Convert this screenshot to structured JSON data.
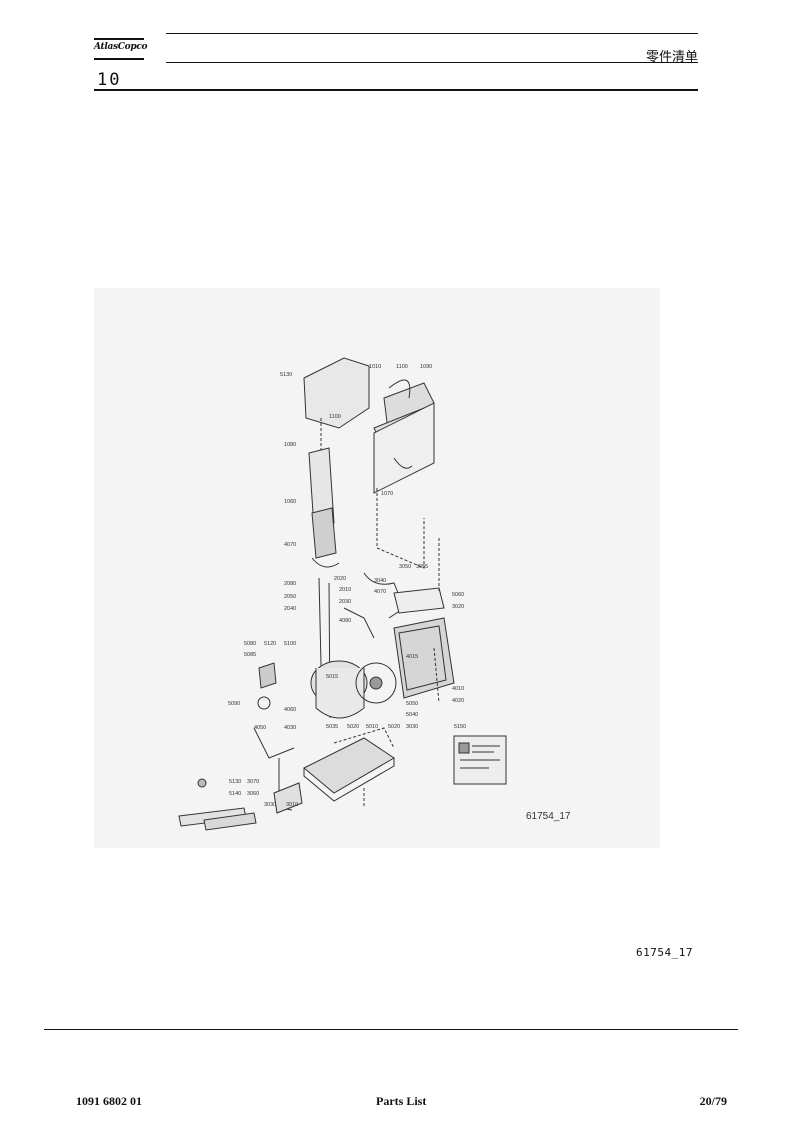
{
  "header": {
    "logo_text": "AtlasCopco",
    "title": "零件清单",
    "section": "10"
  },
  "figure": {
    "id": "61754_17",
    "callouts": [
      "5130",
      "1010",
      "1100",
      "1090",
      "1080",
      "1100",
      "1070",
      "1060",
      "4070",
      "2080",
      "2020",
      "3050",
      "3055",
      "2050",
      "2010",
      "3040",
      "2040",
      "2030",
      "4070",
      "5060",
      "3020",
      "4080",
      "5080",
      "5120",
      "5100",
      "5085",
      "4015",
      "5015",
      "4010",
      "4020",
      "5090",
      "4060",
      "5050",
      "5040",
      "4050",
      "4030",
      "5035",
      "5020",
      "5010",
      "5020",
      "3030",
      "5150",
      "5130",
      "3070",
      "5140",
      "3060",
      "3030",
      "3010"
    ]
  },
  "caption": "61754_17",
  "footer": {
    "doc_number": "1091 6802 01",
    "title": "Parts List",
    "page": "20/79"
  }
}
